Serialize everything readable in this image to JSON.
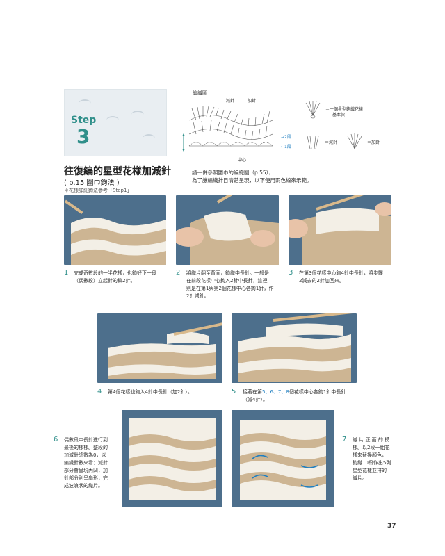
{
  "step": {
    "word": "Step",
    "number": "3"
  },
  "section": {
    "title": "往復編的星型花樣加減針",
    "subtitle": "( p.15 圍巾鉤法 )",
    "note": "＊花樣詳細鉤法參考「Step1」"
  },
  "diagram": {
    "label": "編織圖",
    "tag_dec": "減針",
    "tag_inc": "加針",
    "tag_center": "中心",
    "row2": "→2段",
    "row1": "←1段",
    "caption_line1": "請一併參照圍巾的編織圖（p.55），",
    "caption_line2": "為了讓編織針目清楚呈現，以下使用兩色線來示範。",
    "legend_basic_1": "＝一個星型鉤織花樣",
    "legend_basic_2": "基本款",
    "legend_dec": "＝減針",
    "legend_inc": "＝加針"
  },
  "steps": [
    {
      "num": "1",
      "lines": [
        "完成奇數段的一半花樣，也鉤好下一段",
        "（偶數段）立起針的鎖2針。"
      ]
    },
    {
      "num": "2",
      "lines": [
        "將織片翻至背面，鉤織中長針。一般是",
        "在前段花樣中心鉤入2針中長針，這裡",
        "則是在第1與第2個花樣中心各鉤1針，作",
        "2針減針。"
      ]
    },
    {
      "num": "3",
      "lines": [
        "在第3個花樣中心鉤4針中長針，將步驟",
        "2減去的2針加回來。"
      ]
    },
    {
      "num": "4",
      "lines": [
        "第4個花樣也鉤入4針中長針（加2針）。"
      ]
    },
    {
      "num": "5",
      "line1_a": "接著在第",
      "line1_hl": "5、6、7、8",
      "line1_b": "個花樣中心各鉤1針中長針",
      "line2": "（減4針）。"
    },
    {
      "num": "6",
      "lines": [
        "偶數段中長針進行到",
        "最後的樣樣。整段的",
        "加減針總數為0，以",
        "編織針數來看：減針",
        "部分會呈現內凹，加",
        "針部分則呈扇形，完",
        "成波浪狀的織片。"
      ]
    },
    {
      "num": "7",
      "lines": [
        "織 片 正 面 的 模",
        "樣。以2段一組花",
        "樣來替換顏色，",
        "鉤織10段作出5列",
        "星型花樣並排的",
        "織片。"
      ]
    }
  ],
  "page_number": "37",
  "colors": {
    "accent": "#2f8f8a",
    "blue": "#1f7fc1",
    "yarn_white": "#f3efe6",
    "yarn_tan": "#cdb593",
    "bg_blue": "#4d6f8c"
  }
}
